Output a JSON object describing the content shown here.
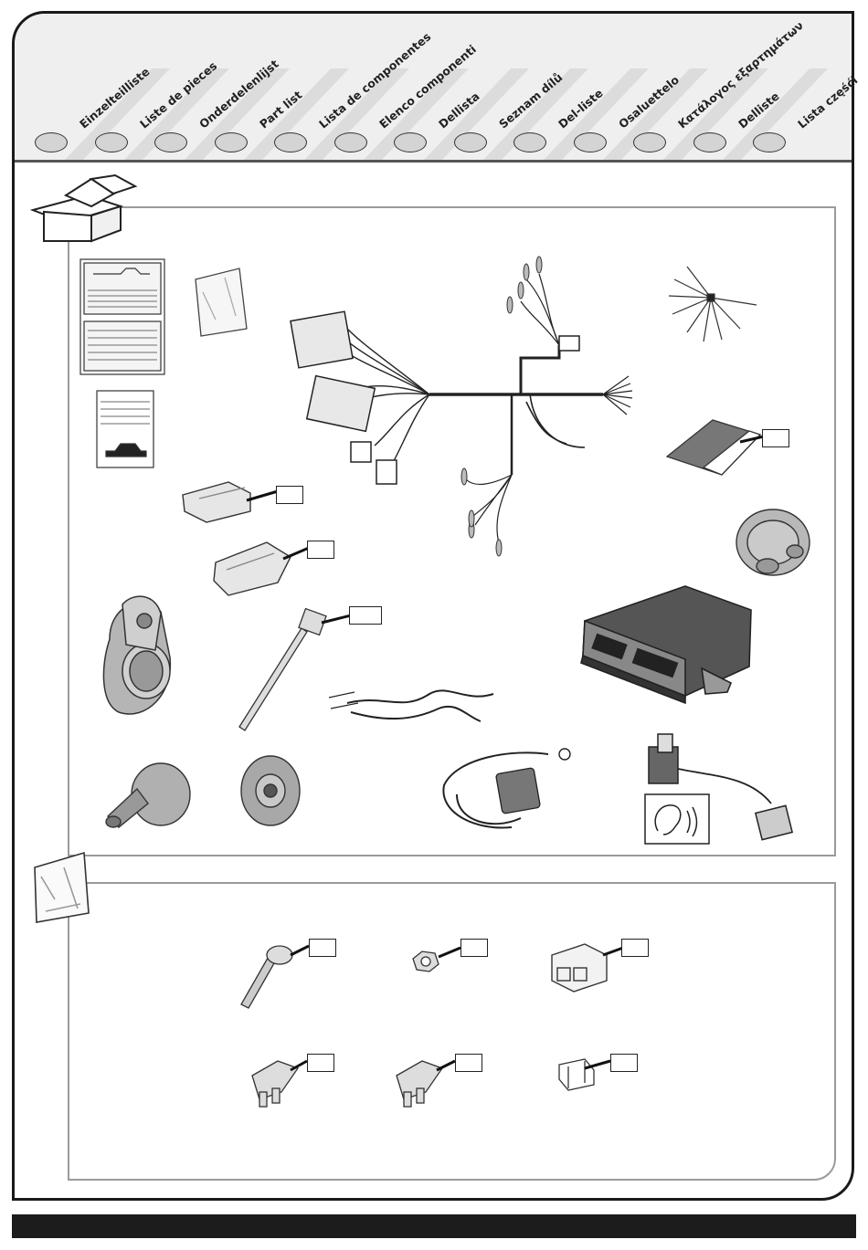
{
  "header": {
    "languages": [
      "Einzelteilliste",
      "Liste de pieces",
      "Onderdelenlijst",
      "Part list",
      "Lista de componentes",
      "Elenco componenti",
      "Dellista",
      "Seznam dílů",
      "Del-liste",
      "Osaluettelo",
      "Κατάλογος εξαρτημάτων",
      "Delliste",
      "Lista częśći"
    ]
  },
  "sections": {
    "box_icon": "cardboard-box-icon",
    "bag_icon": "plastic-bag-icon"
  },
  "colors": {
    "frame": "#1a1a1a",
    "header_bg": "#efefef",
    "circle_fill": "#d4d4d4",
    "footer": "#1c1c1c",
    "section_border": "#9a9a9a"
  }
}
